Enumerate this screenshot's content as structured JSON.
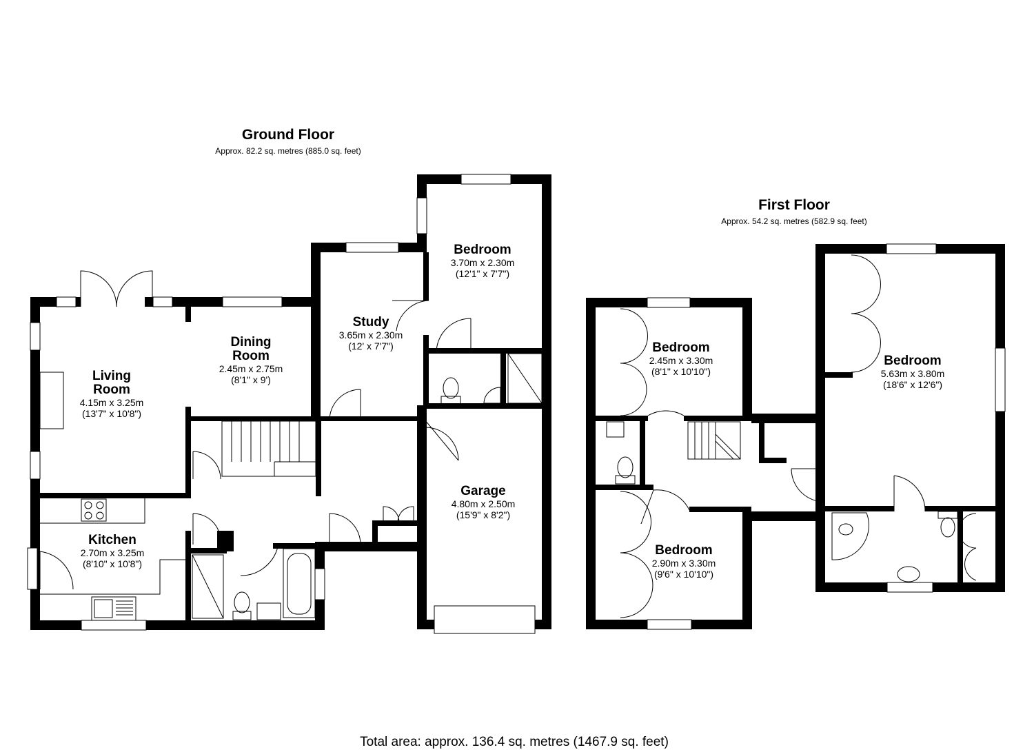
{
  "ground_floor": {
    "title": "Ground Floor",
    "area": "Approx. 82.2 sq. metres (885.0 sq. feet)",
    "rooms": {
      "living": {
        "name_line1": "Living",
        "name_line2": "Room",
        "metric": "4.15m x 3.25m",
        "imperial": "(13'7\" x 10'8\")"
      },
      "dining": {
        "name_line1": "Dining",
        "name_line2": "Room",
        "metric": "2.45m x 2.75m",
        "imperial": "(8'1\" x 9')"
      },
      "study": {
        "name": "Study",
        "metric": "3.65m x 2.30m",
        "imperial": "(12' x 7'7\")"
      },
      "bedroom": {
        "name": "Bedroom",
        "metric": "3.70m x 2.30m",
        "imperial": "(12'1\" x 7'7\")"
      },
      "kitchen": {
        "name": "Kitchen",
        "metric": "2.70m x 3.25m",
        "imperial": "(8'10\" x 10'8\")"
      },
      "garage": {
        "name": "Garage",
        "metric": "4.80m x 2.50m",
        "imperial": "(15'9\" x 8'2\")"
      }
    }
  },
  "first_floor": {
    "title": "First Floor",
    "area": "Approx. 54.2 sq. metres (582.9 sq. feet)",
    "rooms": {
      "bedroom_1": {
        "name": "Bedroom",
        "metric": "2.45m x 3.30m",
        "imperial": "(8'1\" x 10'10\")"
      },
      "bedroom_2": {
        "name": "Bedroom",
        "metric": "5.63m x 3.80m",
        "imperial": "(18'6\" x 12'6\")"
      },
      "bedroom_3": {
        "name": "Bedroom",
        "metric": "2.90m x 3.30m",
        "imperial": "(9'6\" x 10'10\")"
      }
    }
  },
  "total_area": "Total area: approx. 136.4 sq. metres (1467.9 sq. feet)"
}
